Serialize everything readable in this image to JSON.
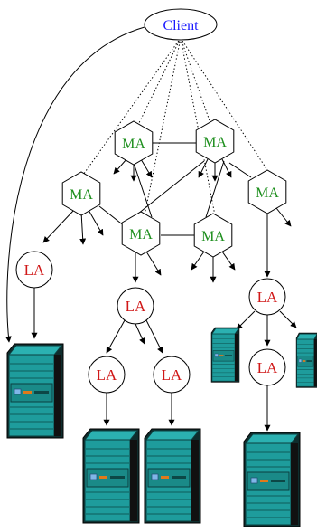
{
  "diagram": {
    "client_label": "Client",
    "master_agent_label": "MA",
    "local_agent_label": "LA"
  },
  "colors": {
    "client_text": "#1a1aff",
    "ma_text": "#1e8f1e",
    "la_text": "#d01818",
    "server_teal": "#1e9c9c",
    "server_dark": "#14706e",
    "server_black": "#111111",
    "accent_orange": "#e07a1a",
    "accent_blue": "#7fb6e8"
  },
  "icons": [
    "server-rack-icon"
  ]
}
